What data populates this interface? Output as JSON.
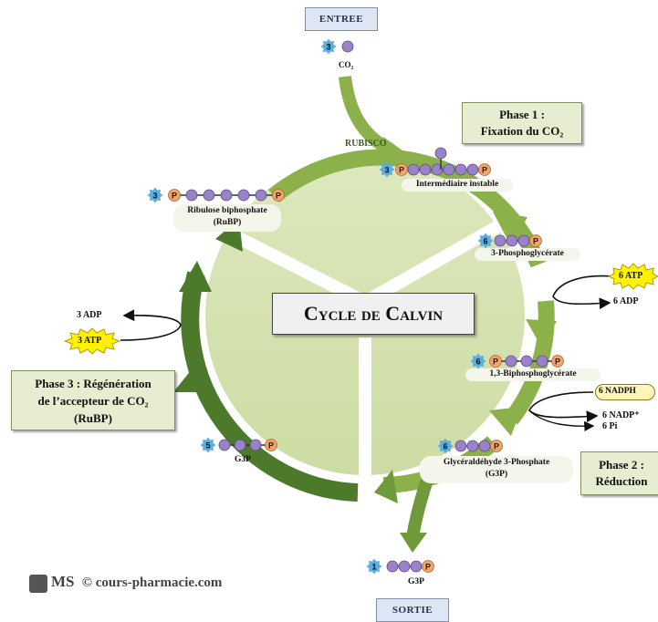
{
  "title": "Cycle de Calvin",
  "io": {
    "entree": "Entree",
    "sortie": "Sortie"
  },
  "phases": {
    "phase1": {
      "line1": "Phase 1 :",
      "line2": "Fixation du CO₂"
    },
    "phase2": {
      "line1": "Phase 2 :",
      "line2": "Réduction"
    },
    "phase3": {
      "line1": "Phase 3 : Régénération",
      "line2": "de l’accepteur de CO₂",
      "line3": "(RuBP)"
    }
  },
  "enzyme": "Rubisco",
  "molecules": {
    "co2": {
      "count": "3",
      "label": "CO₂"
    },
    "intermediate": {
      "count": "3",
      "label": "Intermédiaire instable"
    },
    "pga": {
      "count": "6",
      "label": "3-Phosphoglycérate"
    },
    "bpg": {
      "count": "6",
      "label": "1,3-Biphosphoglycérate"
    },
    "g3p_cycle": {
      "count": "6",
      "label1": "Glycéraldéhyde 3-Phosphate",
      "label2": "(G3P)"
    },
    "g3p_out": {
      "count": "1",
      "label": "G3P"
    },
    "g3p_regen": {
      "count": "5",
      "label": "G3P"
    },
    "rubp": {
      "count": "3",
      "label1": "Ribulose biphosphate",
      "label2": "(RuBP)"
    }
  },
  "phosphate_letter": "P",
  "cofactors": {
    "atp_in_right": "6 ATP",
    "adp_out_right": "6 ADP",
    "nadph_in": "6 NADPH",
    "nadp_out": "6 NADP⁺",
    "pi_out": "6 Pi",
    "atp_in_left": "3 ATP",
    "adp_out_left": "3 ADP"
  },
  "footer": {
    "logo": "MS",
    "text": "© cours-pharmacie.com"
  },
  "colors": {
    "arrow_green": "#8cb04a",
    "arrow_dark": "#4c7a2a",
    "circle_fill": "#d7e3b4",
    "carbon": "#9a82c8",
    "phosphate": "#f2a466",
    "badge": "#5aaee0",
    "starburst": "#fff200"
  }
}
